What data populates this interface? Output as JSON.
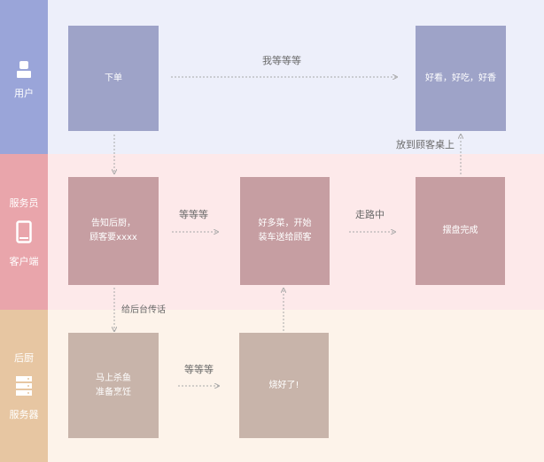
{
  "lanes": {
    "user": {
      "label": "用户",
      "icon": "user-icon"
    },
    "waiter": {
      "label_top": "服务员",
      "label_bottom": "客户端",
      "icon": "tablet-icon"
    },
    "kitchen": {
      "label_top": "后厨",
      "label_bottom": "服务器",
      "icon": "server-icon"
    }
  },
  "nodes": {
    "order": "下单",
    "enjoy": "好看，好吃，好香",
    "tell_kitchen_1": "告知后厨，",
    "tell_kitchen_2": "顾客要xxxx",
    "deliver_1": "好多菜，开始",
    "deliver_2": "装车送给顾客",
    "plated": "摆盘完成",
    "prepare_1": "马上杀鱼",
    "prepare_2": "准备烹饪",
    "cooked": "烧好了!"
  },
  "edges": {
    "wait_long": "我等等等",
    "to_table": "放到顾客桌上",
    "wait_waiter": "等等等",
    "on_the_way": "走路中",
    "to_backend": "给后台传话",
    "wait_kitchen": "等等等"
  },
  "colors": {
    "user_lane": "#9aa5d9",
    "waiter_lane": "#e9a5ab",
    "kitchen_lane": "#e7c6a2"
  }
}
